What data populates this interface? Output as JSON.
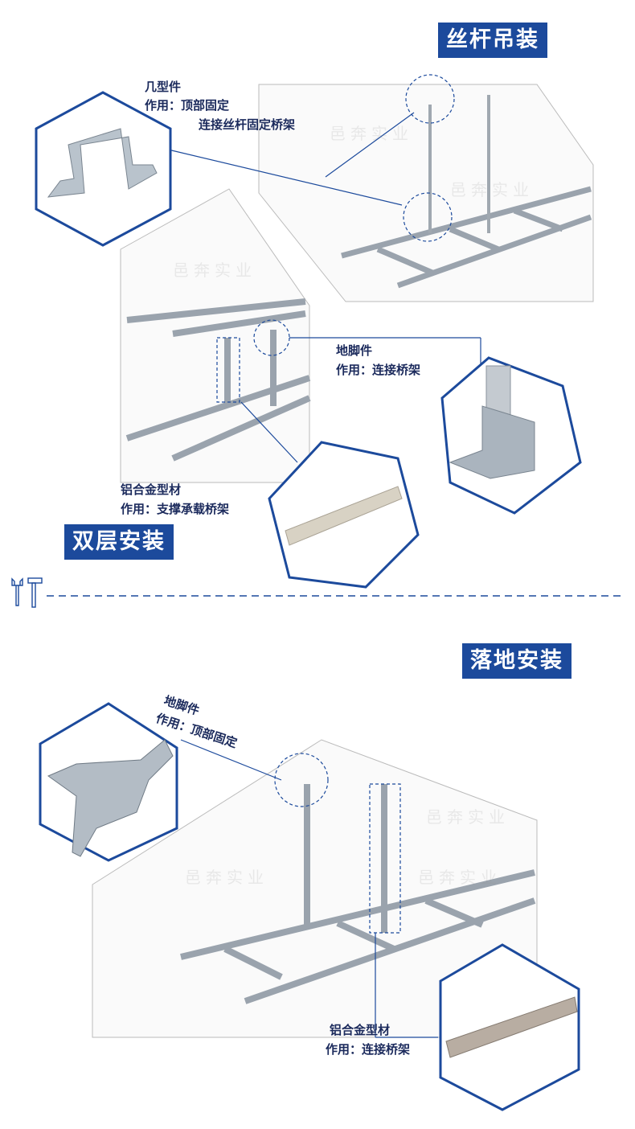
{
  "sections": {
    "hanging": {
      "title": "丝杆吊装",
      "part1": {
        "name": "几型件",
        "line1": "作用：顶部固定",
        "line2": "连接丝杆固定桥架"
      },
      "part2": {
        "name": "地脚件",
        "line1": "作用：连接桥架"
      }
    },
    "double": {
      "title": "双层安装",
      "part1": {
        "name": "铝合金型材",
        "line1": "作用：支撑承载桥架"
      }
    },
    "floor": {
      "title": "落地安装",
      "part1": {
        "name": "地脚件",
        "line1": "作用：顶部固定"
      },
      "part2": {
        "name": "铝合金型材",
        "line1": "作用：连接桥架"
      }
    }
  },
  "watermark": "邑奔实业",
  "colors": {
    "accent": "#1c4a9c",
    "text": "#1b2a5c"
  },
  "divider_icon": "tools-icon"
}
